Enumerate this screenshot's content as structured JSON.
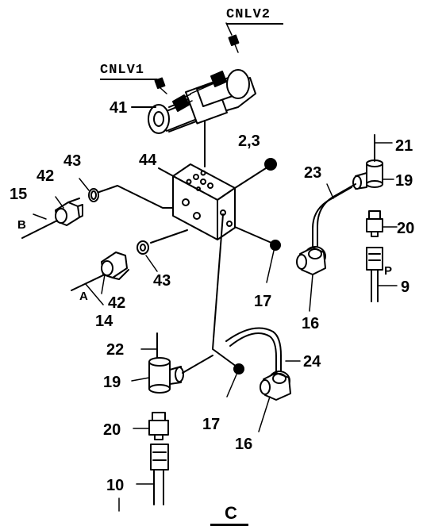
{
  "diagram": {
    "view_label": "C",
    "connectors": [
      "CNLV1",
      "CNLV2"
    ],
    "port_tags": [
      "A",
      "B",
      "P"
    ],
    "callouts": [
      "41",
      "2,3",
      "44",
      "43",
      "42",
      "15",
      "43",
      "42",
      "14",
      "17",
      "23",
      "21",
      "19",
      "20",
      "9",
      "16",
      "22",
      "19",
      "20",
      "10",
      "17",
      "24",
      "16"
    ]
  }
}
